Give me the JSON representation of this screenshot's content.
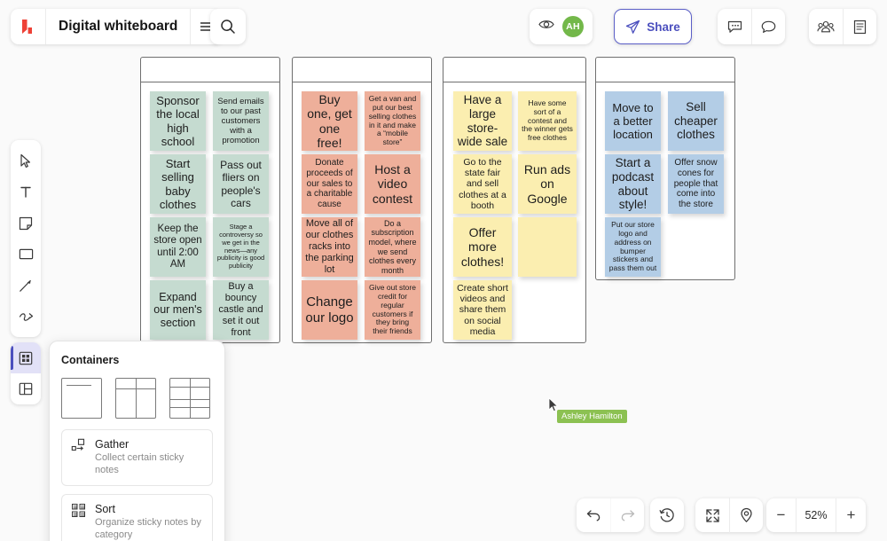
{
  "app": {
    "title": "Digital whiteboard",
    "logo_icon": "lucid-logo-icon",
    "menu_icon": "hamburger-menu-icon",
    "search_icon": "search-icon",
    "background_color": "#fafafa"
  },
  "topbar": {
    "visibility_icon": "eye-icon",
    "avatar_initials": "AH",
    "avatar_color": "#73b84a",
    "share_label": "Share",
    "share_icon": "paper-plane-icon",
    "share_accent": "#4b4fbe",
    "chat_icon": "chat-bubble-square-icon",
    "comment_icon": "comment-bubble-icon",
    "collaborators_icon": "people-group-icon",
    "notes_icon": "document-lines-icon"
  },
  "tools": [
    {
      "name": "select-tool",
      "icon": "cursor-arrow-icon",
      "active": false
    },
    {
      "name": "text-tool",
      "icon": "text-t-icon",
      "active": false
    },
    {
      "name": "sticky-note-tool",
      "icon": "sticky-note-icon",
      "active": false
    },
    {
      "name": "shape-tool",
      "icon": "rectangle-icon",
      "active": false
    },
    {
      "name": "line-tool",
      "icon": "arrow-line-icon",
      "active": false
    },
    {
      "name": "pen-tool",
      "icon": "scribble-pen-icon",
      "active": false
    },
    {
      "name": "containers-tool",
      "icon": "grid-squares-icon",
      "active": true
    },
    {
      "name": "frame-tool",
      "icon": "frame-layout-icon",
      "active": false
    }
  ],
  "containers_panel": {
    "title": "Containers",
    "templates": [
      {
        "name": "container-template-single",
        "icon": "single-column-container-icon"
      },
      {
        "name": "container-template-two",
        "icon": "two-column-container-icon"
      },
      {
        "name": "container-template-quad",
        "icon": "four-quadrant-container-icon"
      }
    ],
    "options": [
      {
        "title": "Gather",
        "subtitle": "Collect certain sticky notes",
        "icon": "gather-icon"
      },
      {
        "title": "Sort",
        "subtitle": "Organize sticky notes by category",
        "icon": "sort-grid-icon"
      }
    ]
  },
  "remote_cursor": {
    "name": "Ashley Hamilton",
    "color": "#8cc152"
  },
  "bottombar": {
    "undo_icon": "undo-arrow-icon",
    "redo_icon": "redo-arrow-icon",
    "redo_disabled": true,
    "history_icon": "clock-history-icon",
    "fit_icon": "fit-to-screen-icon",
    "locate_icon": "map-pin-icon",
    "zoom_out_label": "−",
    "zoom_level": "52%",
    "zoom_in_label": "+"
  },
  "board": {
    "colors": {
      "green": "#c5dbd0",
      "pink": "#eeaf9a",
      "yellow": "#fbeeb0",
      "blue": "#b3cde6"
    },
    "frames": [
      {
        "name": "frame-green",
        "color": "green",
        "notes": [
          {
            "text": "Sponsor the local high school",
            "size": 13
          },
          {
            "text": "Send emails to our past customers with a promotion",
            "size": 9.5
          },
          {
            "text": "Start selling baby clothes",
            "size": 13
          },
          {
            "text": "Pass out fliers on people's cars",
            "size": 12
          },
          {
            "text": "Keep the store open until 2:00 AM",
            "size": 11.5
          },
          {
            "text": "Stage a controversy so we get in the news—any publicity is good publicity",
            "size": 7.5
          },
          {
            "text": "Expand our men's section",
            "size": 12.5
          },
          {
            "text": "Buy a bouncy castle and set it out front",
            "size": 11
          }
        ]
      },
      {
        "name": "frame-pink",
        "color": "pink",
        "notes": [
          {
            "text": "Buy one, get one free!",
            "size": 14
          },
          {
            "text": "Get a van and put our best selling clothes in it and make a “mobile store”",
            "size": 8.5
          },
          {
            "text": "Donate proceeds of our sales to a charitable cause",
            "size": 10
          },
          {
            "text": "Host a video contest",
            "size": 14
          },
          {
            "text": "Move all of our clothes racks into the parking lot",
            "size": 11
          },
          {
            "text": "Do a subscription model, where we send clothes every month",
            "size": 9
          },
          {
            "text": "Change our logo",
            "size": 15
          },
          {
            "text": "Give out store credit for regular customers if they bring their friends",
            "size": 8.5
          }
        ]
      },
      {
        "name": "frame-yellow",
        "color": "yellow",
        "notes": [
          {
            "text": "Have a large store-wide sale",
            "size": 13.5
          },
          {
            "text": "Have some sort of a contest and the winner gets free clothes",
            "size": 8.5
          },
          {
            "text": "Go to the state fair and sell clothes at a booth",
            "size": 10.5
          },
          {
            "text": "Run ads on Google",
            "size": 14
          },
          {
            "text": "Offer more clothes!",
            "size": 14
          },
          {
            "text": "",
            "size": 12
          },
          {
            "text": "Create short videos and share them on social media",
            "size": 10.5
          }
        ]
      },
      {
        "name": "frame-blue",
        "color": "blue",
        "notes": [
          {
            "text": "Move to a better location",
            "size": 13
          },
          {
            "text": "Sell cheaper clothes",
            "size": 13.5
          },
          {
            "text": "Start a podcast about style!",
            "size": 13.5
          },
          {
            "text": "Offer snow cones for people that come into the store",
            "size": 10
          },
          {
            "text": "Put our store logo and address on bumper stickers and pass them out",
            "size": 8.5
          }
        ]
      }
    ]
  }
}
